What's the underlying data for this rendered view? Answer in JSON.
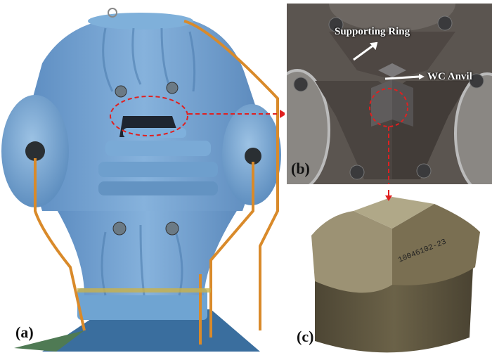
{
  "figure": {
    "panels": [
      {
        "id": "a",
        "label": "(a)",
        "subject": "cubic press apparatus (blue)"
      },
      {
        "id": "b",
        "label": "(b)",
        "subject": "press cavity close-up",
        "annotations": [
          {
            "text": "Supporting Ring"
          },
          {
            "text": "WC Anvil"
          }
        ]
      },
      {
        "id": "c",
        "label": "(c)",
        "subject": "tungsten carbide anvil",
        "engraving": "10046102-23"
      }
    ],
    "colors": {
      "press_blue": "#6f9fcf",
      "pipe_orange": "#d98a2a",
      "dashed_marker": "#e02020",
      "steel_dark": "#4a4542",
      "carbide": "#8a7f62"
    }
  }
}
